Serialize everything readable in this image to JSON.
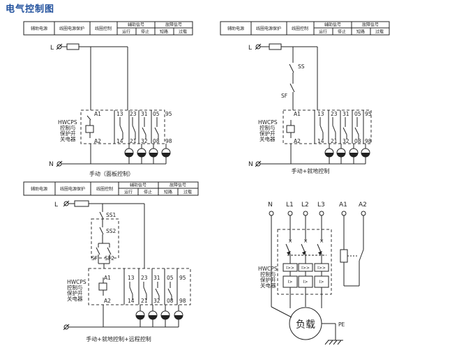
{
  "page_title": "电气控制图",
  "table_header": {
    "aux_power": "辅助电源",
    "coil_protect": "线圈电源保护",
    "coil_control": "线圈控制",
    "aux_signal": "辅助信号",
    "run": "运行",
    "stop": "停止",
    "fault_signal": "故障信号",
    "short_circuit": "短路",
    "overload": "过载"
  },
  "terminals": {
    "a1": "A1",
    "a2": "A2",
    "t13": "13",
    "t14": "14",
    "t23": "23",
    "t21": "21",
    "t31": "31",
    "t32": "32",
    "t05": "05",
    "t08": "08",
    "t95": "95",
    "t98": "98"
  },
  "device_label": [
    "HWCPS",
    "控制与",
    "保护开",
    "关电器"
  ],
  "line_labels": {
    "L": "L",
    "N": "N",
    "L1": "L1",
    "L2": "L2",
    "L3": "L3",
    "PE": "PE"
  },
  "switch_labels": {
    "ss": "SS",
    "sf": "SF",
    "ss1": "SS1",
    "ss2": "SS2",
    "sf2": "SF2"
  },
  "captions": {
    "d1": "手动（面板控制）",
    "d2": "手动+就地控制",
    "d3": "手动+就地控制+远程控制"
  },
  "load_label": "负载",
  "module_labels": {
    "top": "I>>",
    "bottom": "I>"
  }
}
